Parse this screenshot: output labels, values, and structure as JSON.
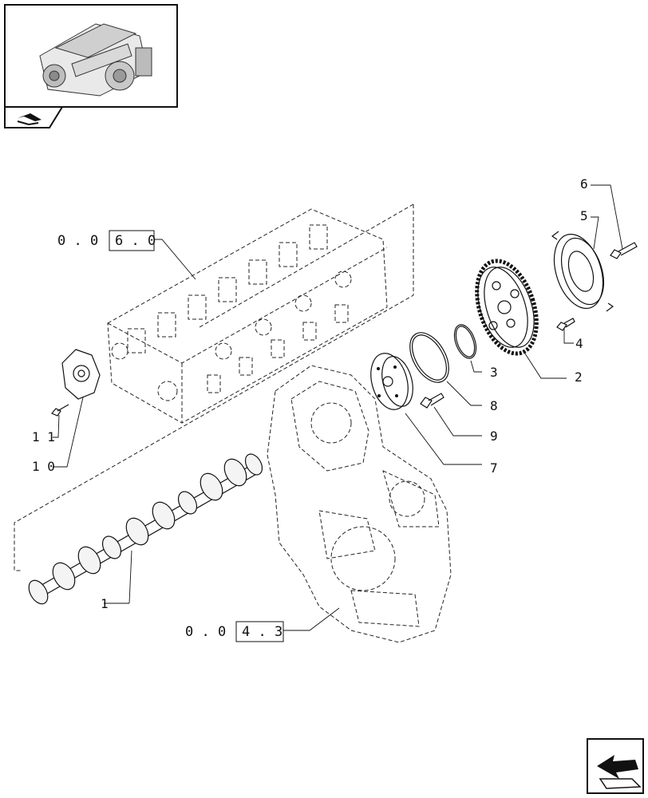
{
  "callouts": {
    "c1": "1",
    "c2": "2",
    "c3": "3",
    "c4": "4",
    "c5": "5",
    "c6": "6",
    "c7": "7",
    "c8": "8",
    "c9": "9",
    "c10": "1 0",
    "c11": "1 1"
  },
  "references": {
    "head_pre": "0 . 0",
    "head_box": "6 . 0",
    "cover_pre": "0 . 0",
    "cover_box": "4 . 3"
  },
  "icons": {
    "thumbnail": "engine-thumbnail-icon",
    "nav_small": "arrow-tab-icon",
    "nav_next": "next-page-arrow-icon"
  }
}
